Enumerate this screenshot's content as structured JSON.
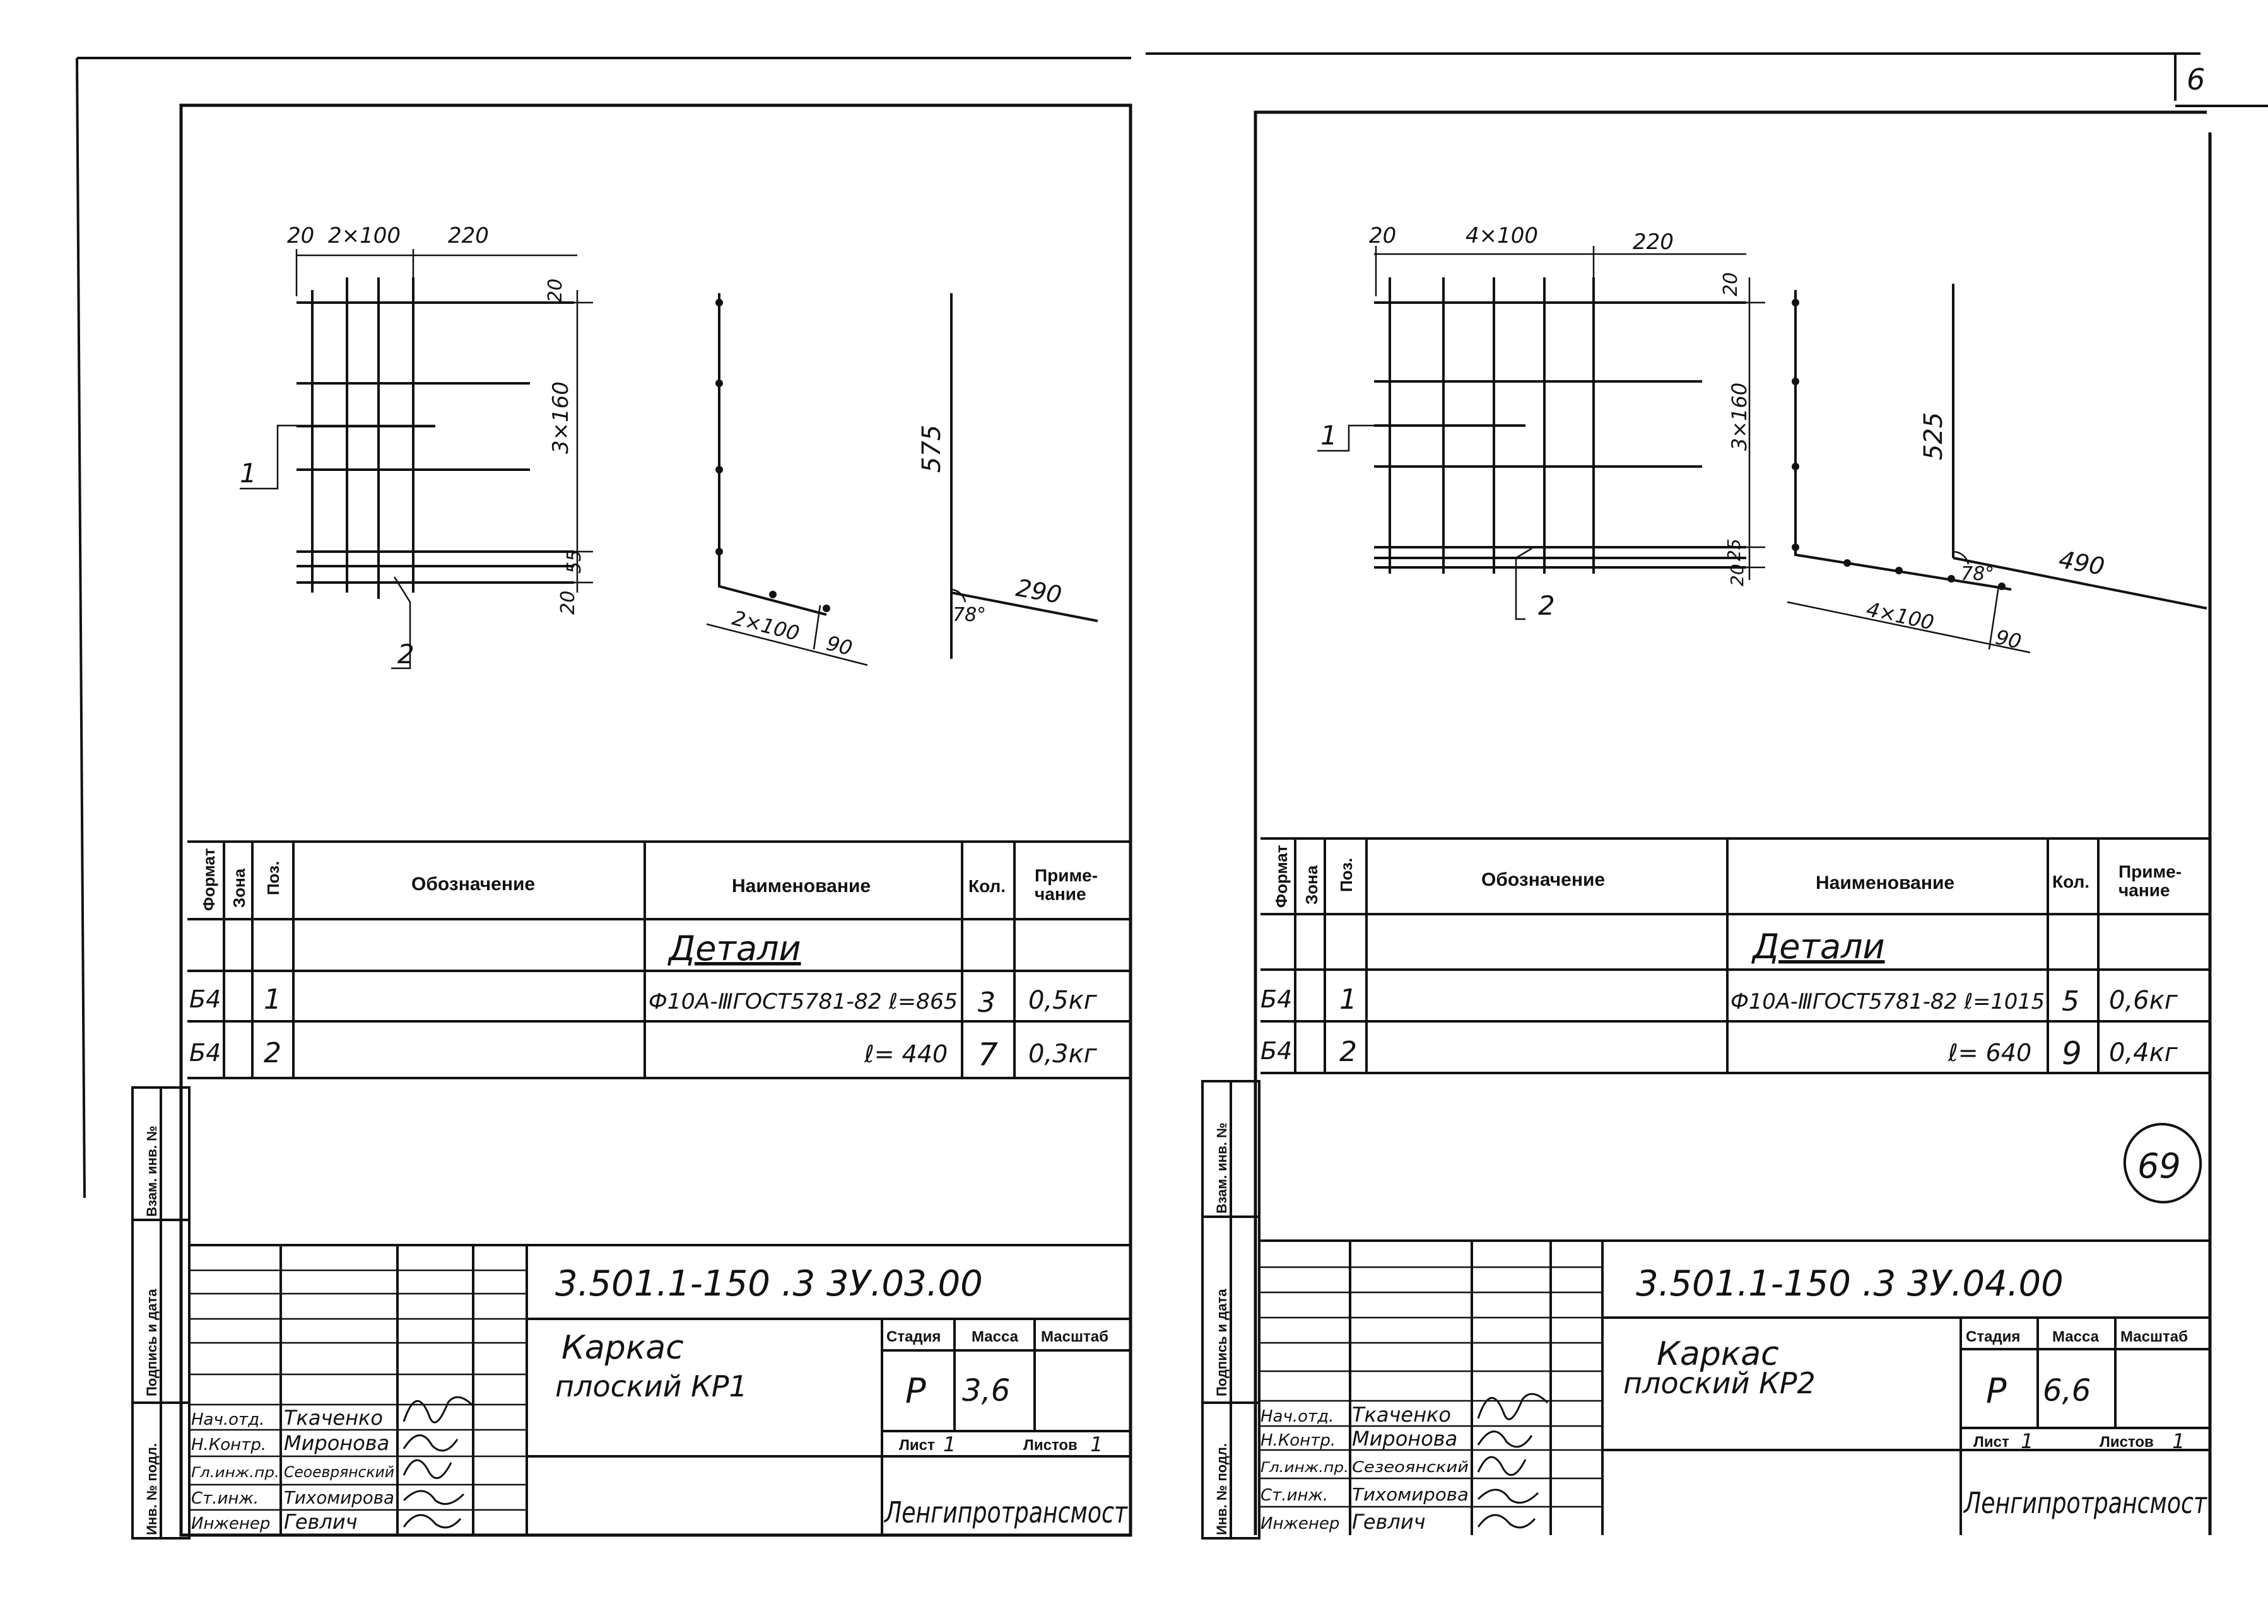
{
  "corner_mark": "6",
  "stamp_number": "69",
  "sheets": [
    {
      "drawing": {
        "dims": {
          "top_20": "20",
          "top_spacing": "2×100",
          "top_220": "220",
          "right_20_top": "20",
          "right_spacing": "3×160",
          "right_55": "55",
          "right_20_bottom": "20",
          "height": "575",
          "bottom_spacing": "2×100",
          "bottom_90": "90",
          "leg": "290",
          "angle": "78°"
        },
        "callout_1": "1",
        "callout_2": "2"
      },
      "spec": {
        "headers": {
          "format": "Формат",
          "zone": "Зона",
          "pos": "Поз.",
          "designation": "Обозначение",
          "name": "Наименование",
          "qty": "Кол.",
          "note": "Приме-\nчание"
        },
        "section": "Детали",
        "rows": [
          {
            "format": "Б4",
            "pos": "1",
            "name": "Ф10А-ⅢГОСТ5781-82 ℓ=865",
            "qty": "3",
            "note": "0,5кг"
          },
          {
            "format": "Б4",
            "pos": "2",
            "name": "ℓ= 440",
            "qty": "7",
            "note": "0,3кг"
          }
        ]
      },
      "side_labels": {
        "vzam": "Взам. инв. №",
        "podpis": "Подпись и дата",
        "inv": "Инв. № подл."
      },
      "title_block": {
        "code": "3.501.1-150 .3 3У.03.00",
        "title_line1": "Каркас",
        "title_line2": "плоский КР1",
        "stage_label": "Стадия",
        "mass_label": "Масса",
        "scale_label": "Масштаб",
        "stage": "Р",
        "mass": "3,6",
        "scale": "",
        "sheet_label": "Лист",
        "sheet_no": "1",
        "sheets_label": "Листов",
        "sheets_total": "1",
        "org": "Ленгипротрансмост",
        "signatures": [
          {
            "role": "Нач.отд.",
            "name": "Ткаченко"
          },
          {
            "role": "Н.Контр.",
            "name": "Миронова"
          },
          {
            "role": "Гл.инж.пр.",
            "name": "Сеоеврянский"
          },
          {
            "role": "Ст.инж.",
            "name": "Тихомирова"
          },
          {
            "role": "Инженер",
            "name": "Гевлич"
          }
        ]
      }
    },
    {
      "drawing": {
        "dims": {
          "top_20": "20",
          "top_spacing": "4×100",
          "top_220": "220",
          "right_20_top": "20",
          "right_spacing": "3×160",
          "right_25": "25",
          "right_20_bottom": "20",
          "height": "525",
          "bottom_spacing": "4×100",
          "bottom_90": "90",
          "leg": "490",
          "angle": "78°"
        },
        "callout_1": "1",
        "callout_2": "2"
      },
      "spec": {
        "headers": {
          "format": "Формат",
          "zone": "Зона",
          "pos": "Поз.",
          "designation": "Обозначение",
          "name": "Наименование",
          "qty": "Кол.",
          "note": "Приме-\nчание"
        },
        "section": "Детали",
        "rows": [
          {
            "format": "Б4",
            "pos": "1",
            "name": "Ф10А-ⅢГОСТ5781-82 ℓ=1015",
            "qty": "5",
            "note": "0,6кг"
          },
          {
            "format": "Б4",
            "pos": "2",
            "name": "ℓ= 640",
            "qty": "9",
            "note": "0,4кг"
          }
        ]
      },
      "side_labels": {
        "vzam": "Взам. инв. №",
        "podpis": "Подпись и дата",
        "inv": "Инв. № подл."
      },
      "title_block": {
        "code": "3.501.1-150 .3 3У.04.00",
        "title_line1": "Каркас",
        "title_line2": "плоский КР2",
        "stage_label": "Стадия",
        "mass_label": "Масса",
        "scale_label": "Масштаб",
        "stage": "Р",
        "mass": "6,6",
        "scale": "",
        "sheet_label": "Лист",
        "sheet_no": "1",
        "sheets_label": "Листов",
        "sheets_total": "1",
        "org": "Ленгипротрансмост",
        "signatures": [
          {
            "role": "Нач.отд.",
            "name": "Ткаченко"
          },
          {
            "role": "Н.Контр.",
            "name": "Миронова"
          },
          {
            "role": "Гл.инж.пр.",
            "name": "Сезеоянский"
          },
          {
            "role": "Ст.инж.",
            "name": "Тихомирова"
          },
          {
            "role": "Инженер",
            "name": "Гевлич"
          }
        ]
      }
    }
  ]
}
